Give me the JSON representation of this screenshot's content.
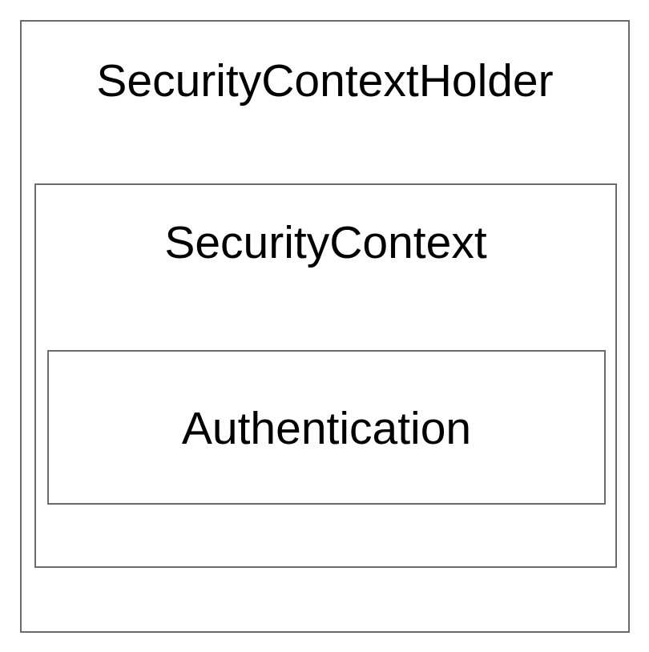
{
  "diagram": {
    "outer_box": {
      "label": "SecurityContextHolder"
    },
    "middle_box": {
      "label": "SecurityContext"
    },
    "inner_box": {
      "label": "Authentication"
    },
    "colors": {
      "border": "#6b6b6b",
      "text": "#000000",
      "background": "#ffffff"
    }
  }
}
